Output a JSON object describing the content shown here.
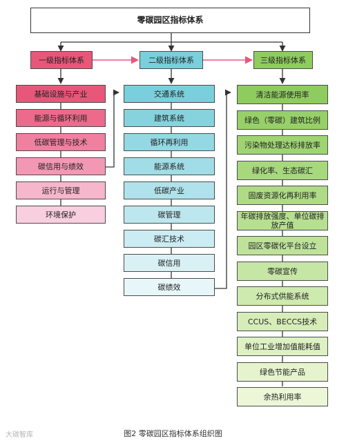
{
  "title": "零碳园区指标体系",
  "headers": [
    "一级指标体系",
    "二级指标体系",
    "三级指标体系"
  ],
  "level1": [
    "基础设施与产业",
    "能源与循环利用",
    "低碳管理与技术",
    "碳信用与绩效",
    "运行与管理",
    "环境保护"
  ],
  "level2": [
    "交通系统",
    "建筑系统",
    "循环再利用",
    "能源系统",
    "低碳产业",
    "碳管理",
    "碳汇技术",
    "碳信用",
    "碳绩效"
  ],
  "level3": [
    "清洁能源使用率",
    "绿色（零碳）建筑比例",
    "污染物处理达标排放率",
    "绿化率、生态碳汇",
    "固废资源化再利用率",
    "年碳排放强度、单位碳排放产值",
    "园区零碳化平台设立",
    "零碳宣传",
    "分布式供能系统",
    "CCUS、BECCS技术",
    "单位工业增加值能耗值",
    "绿色节能产品",
    "余热利用率"
  ],
  "colors": {
    "level1": [
      "#e8577a",
      "#ec6a8b",
      "#ef80a0",
      "#f398b4",
      "#f6b6cc",
      "#f9cede"
    ],
    "level2": [
      "#79cfdb",
      "#86d3de",
      "#93d8e2",
      "#a1dde6",
      "#afe2ea",
      "#bde7ee",
      "#cbecf2",
      "#d9f1f5",
      "#e7f6f9"
    ],
    "level3": [
      "#8fcc5f",
      "#97d069",
      "#9fd473",
      "#a7d87d",
      "#afdb87",
      "#b7df91",
      "#bfe29b",
      "#c6e6a5",
      "#ceeaaf",
      "#d6edb9",
      "#ddf1c3",
      "#e5f4cd",
      "#ecf7d7"
    ],
    "header_arrow": "#e8577a",
    "connector": "#333333"
  },
  "caption": "图2  零碳园区指标体系组织图",
  "watermark": "大碳智库"
}
